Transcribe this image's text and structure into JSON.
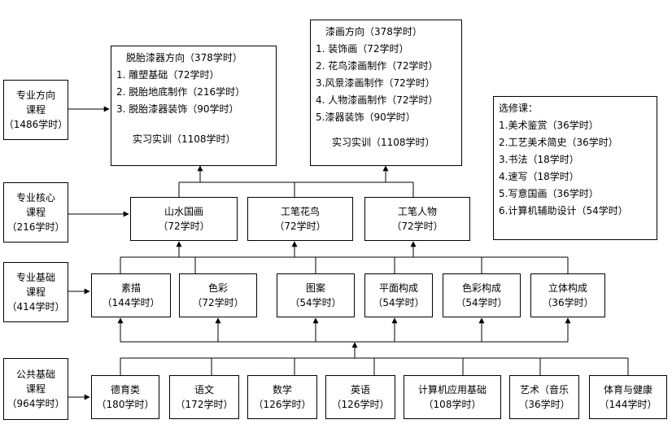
{
  "colors": {
    "line": "#000000",
    "box_bg": "#ffffff"
  },
  "levels": {
    "direction": [
      "专业方向",
      "课程",
      "（1486学时）"
    ],
    "core": [
      "专业核心",
      "课程",
      "（216学时）"
    ],
    "basic": [
      "专业基础",
      "课程",
      "（414学时）"
    ],
    "public": [
      "公共基础",
      "课程",
      "（964学时）"
    ]
  },
  "tuotai": {
    "title": "脱胎漆器方向（378学时）",
    "items": [
      "1. 雕塑基础（72学时）",
      "2. 脱胎地底制作（216学时）",
      "3. 脱胎漆器装饰（90学时）"
    ],
    "practice": "实习实训（1108学时）"
  },
  "qihua": {
    "title": "漆画方向（378学时）",
    "items": [
      "1. 装饰画（72学时）",
      "2. 花鸟漆画制作（72学时）",
      "3.风景漆画制作（72学时）",
      "4. 人物漆画制作（72学时）",
      "5.漆器装饰（90学时）"
    ],
    "practice": "实习实训（1108学时）"
  },
  "electives": {
    "title": "选修课：",
    "items": [
      "1.美术鉴赏（36学时）",
      "2.工艺美术简史（36学时）",
      "3.书法（18学时）",
      "4.速写（18学时）",
      "5.写意国画（36学时）",
      "6.计算机辅助设计（54学时）"
    ]
  },
  "core_courses": [
    {
      "name": "山水国画",
      "hours": "（72学时）"
    },
    {
      "name": "工笔花鸟",
      "hours": "（72学时）"
    },
    {
      "name": "工笔人物",
      "hours": "（72学时）"
    }
  ],
  "basic_courses": [
    {
      "name": "素描",
      "hours": "（144学时）"
    },
    {
      "name": "色彩",
      "hours": "（72学时）"
    },
    {
      "name": "图案",
      "hours": "（54学时）"
    },
    {
      "name": "平面构成",
      "hours": "（54学时）"
    },
    {
      "name": "色彩构成",
      "hours": "（54学时）"
    },
    {
      "name": "立体构成",
      "hours": "（36学时）"
    }
  ],
  "public_courses": [
    {
      "name": "德育类",
      "hours": "（180学时）"
    },
    {
      "name": "语文",
      "hours": "（172学时）"
    },
    {
      "name": "数学",
      "hours": "（126学时）"
    },
    {
      "name": "英语",
      "hours": "（126学时）"
    },
    {
      "name": "计算机应用基础",
      "hours": "（108学时）"
    },
    {
      "name": "艺术（音乐",
      "hours": "（36学时）"
    },
    {
      "name": "体育与健康",
      "hours": "（144学时）"
    }
  ]
}
